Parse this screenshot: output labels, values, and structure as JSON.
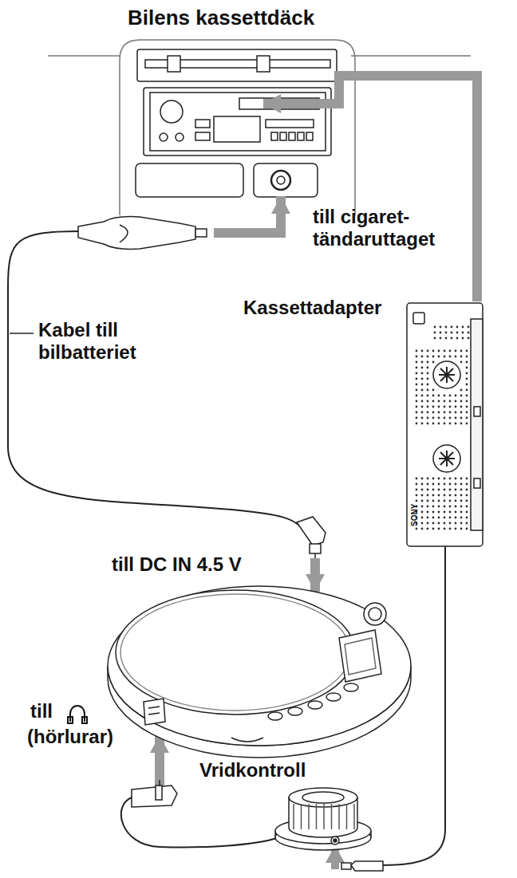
{
  "diagram": {
    "labels": [
      "Bilens kassettdäck",
      "till cigaret- tändaruttaget",
      "Kabel till bilbatteriet",
      "Kassettadapter",
      "SONY",
      "till DC IN 4.5 V",
      "till",
      "(hörlurar)",
      "Vridkontroll"
    ]
  }
}
